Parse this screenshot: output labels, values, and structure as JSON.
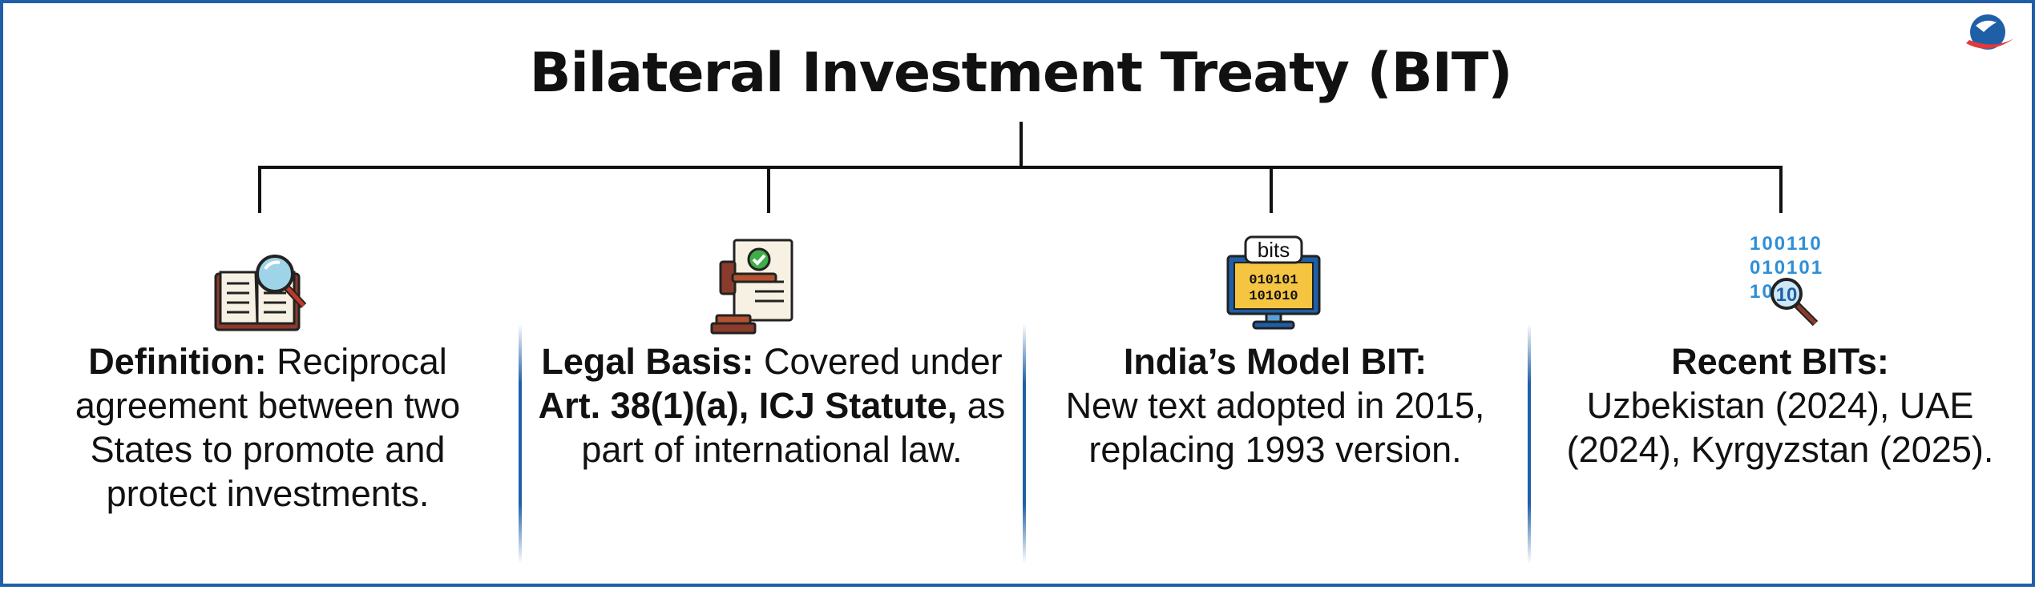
{
  "title": "Bilateral Investment Treaty (BIT)",
  "accent_color": "#1f5fa8",
  "logo": {
    "icon": "brand-logo-icon",
    "colors": [
      "#1f5fa8",
      "#e03a3a"
    ]
  },
  "columns": [
    {
      "icon": "book-magnifier-icon",
      "heading": "Definition:",
      "text": " Reciprocal agreement between two States to promote and protect investments."
    },
    {
      "icon": "gavel-document-icon",
      "heading": "Legal Basis:",
      "text_before": " Covered under ",
      "bold_text": "Art. 38(1)(a), ICJ Statute,",
      "text_after": " as part of international law."
    },
    {
      "icon": "monitor-bits-icon",
      "icon_label": "bits",
      "icon_binary": [
        "010101",
        "101010"
      ],
      "heading": "India’s Model BIT:",
      "text": "New text adopted in 2015, replacing 1993 version."
    },
    {
      "icon": "binary-magnifier-icon",
      "icon_binary": [
        "100110",
        "010101",
        "10",
        "10"
      ],
      "heading": "Recent BITs:",
      "text": "Uzbekistan (2024), UAE (2024), Kyrgyzstan (2025)."
    }
  ]
}
